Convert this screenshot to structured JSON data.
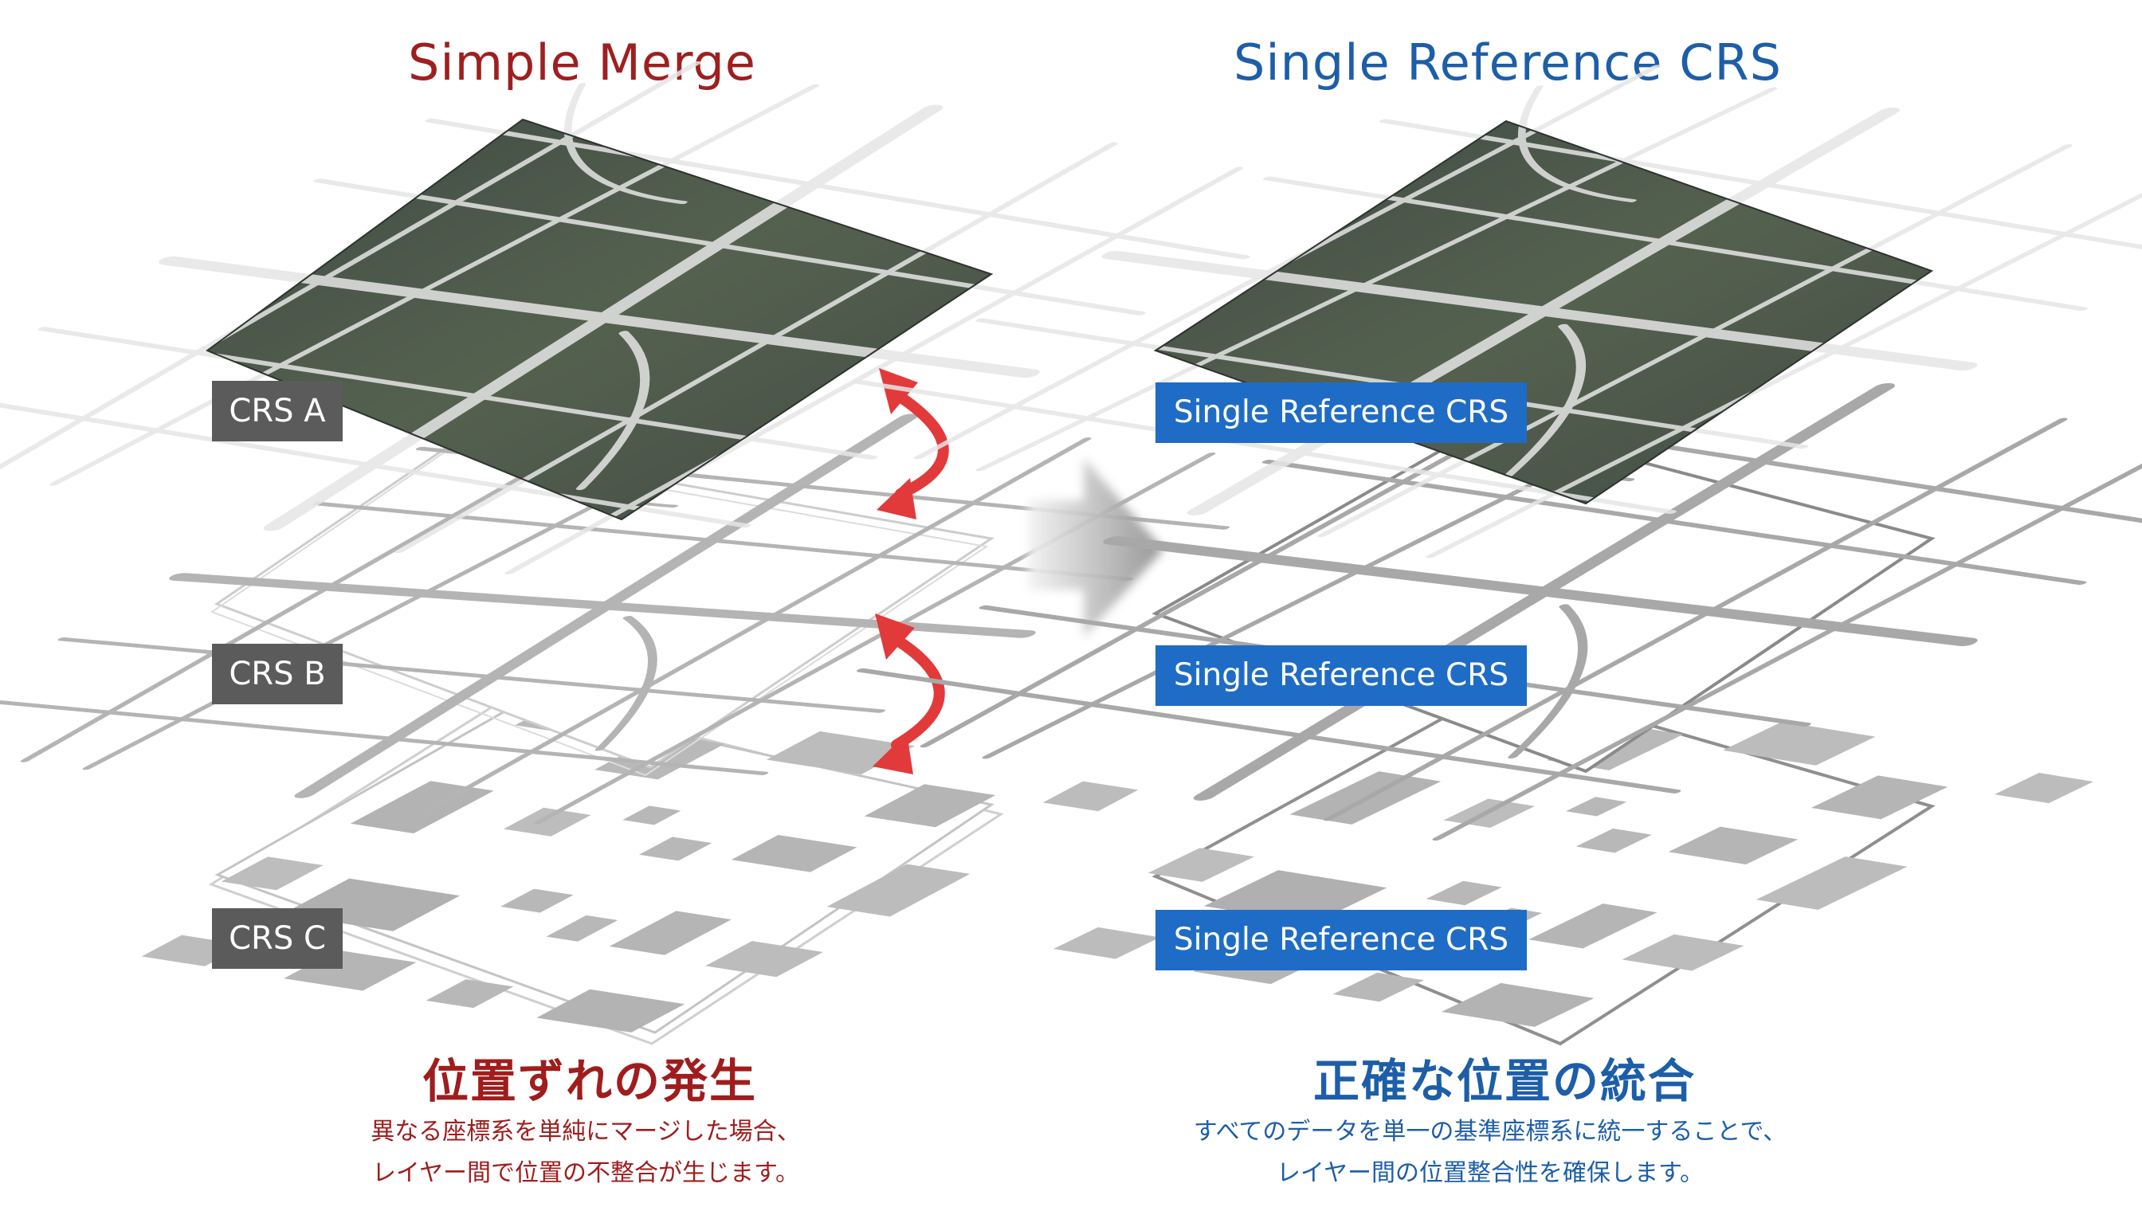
{
  "left": {
    "title": "Simple Merge",
    "labels": [
      "CRS A",
      "CRS B",
      "CRS C"
    ],
    "caption_title": "位置ずれの発生",
    "caption_lines": [
      "異なる座標系を単純にマージした場合、",
      "レイヤー間で位置の不整合が生じます。"
    ],
    "accent_color": "#9e1f1f"
  },
  "right": {
    "title": "Single Reference CRS",
    "labels": [
      "Single Reference CRS",
      "Single Reference CRS",
      "Single Reference CRS"
    ],
    "caption_title": "正確な位置の統合",
    "caption_lines": [
      "すべてのデータを単一の基準座標系に統一することで、",
      "レイヤー間の位置整合性を確保します。"
    ],
    "accent_color": "#1d5ea8"
  },
  "icons": {
    "transition_arrow": "right-arrow-icon",
    "misalignment_arrows": "curved-double-arrow-icon"
  }
}
